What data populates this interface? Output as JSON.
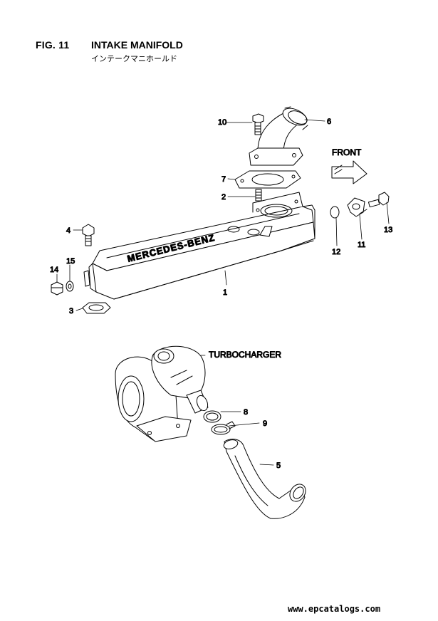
{
  "header": {
    "fig_label": "FIG. 11",
    "title": "INTAKE MANIFOLD",
    "subtitle": "インテークマニホールド"
  },
  "labels": {
    "front": "FRONT",
    "turbocharger": "TURBOCHARGER",
    "manifold_brand": "MERCEDES-BENZ"
  },
  "callouts": {
    "c1": "1",
    "c2": "2",
    "c3": "3",
    "c4": "4",
    "c5": "5",
    "c6": "6",
    "c7": "7",
    "c8": "8",
    "c9": "9",
    "c10": "10",
    "c11": "11",
    "c12": "12",
    "c13": "13",
    "c14": "14",
    "c15": "15"
  },
  "footer": {
    "watermark": "www.epcatalogs.com"
  }
}
